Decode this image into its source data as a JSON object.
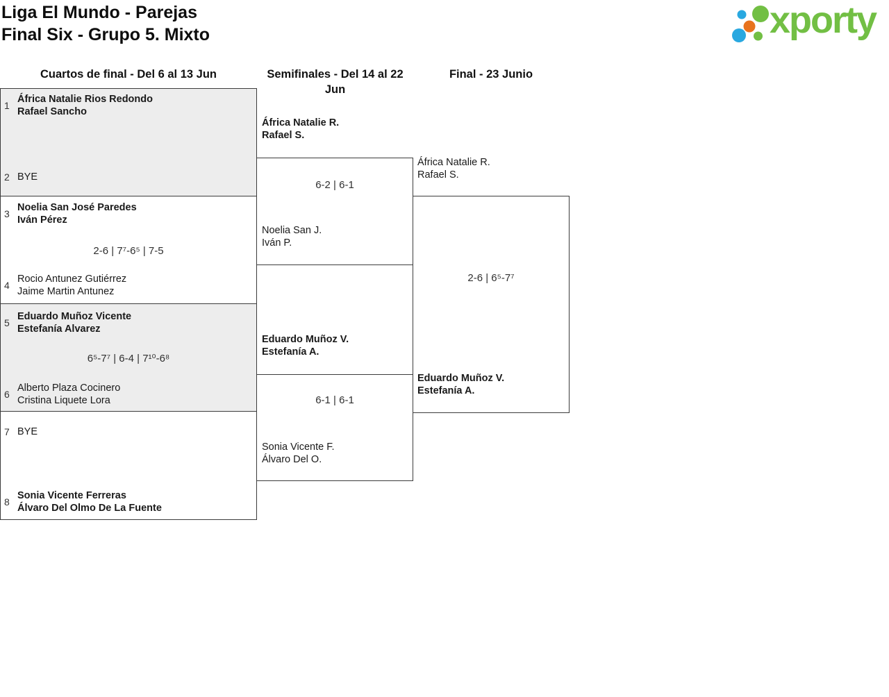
{
  "title": {
    "line1": "Liga El Mundo - Parejas",
    "line2": "Final Six - Grupo 5. Mixto"
  },
  "logo": {
    "wordmark": "xporty",
    "dot_blue": "#29a8e0",
    "dot_green": "#72bf44",
    "dot_orange": "#e8731e"
  },
  "round_headers": {
    "quarterfinals": "Cuartos de final - Del 6 al 13 Jun",
    "semifinals": "Semifinales - Del 14 al 22 Jun",
    "final": "Final - 23 Junio"
  },
  "quarterfinals": {
    "match1": {
      "top_seed": "1",
      "top_line1": "África Natalie Rios Redondo",
      "top_line2": "Rafael Sancho",
      "bottom_seed": "2",
      "bottom_line1": "BYE"
    },
    "match2": {
      "top_seed": "3",
      "top_line1": "Noelia San José Paredes",
      "top_line2": "Iván Pérez",
      "score": "2-6 | 7⁷-6⁵ | 7-5",
      "bottom_seed": "4",
      "bottom_line1": "Rocio Antunez Gutiérrez",
      "bottom_line2": "Jaime Martin Antunez"
    },
    "match3": {
      "top_seed": "5",
      "top_line1": "Eduardo Muñoz Vicente",
      "top_line2": "Estefanía Alvarez",
      "score": "6⁵-7⁷ | 6-4 | 7¹⁰-6⁸",
      "bottom_seed": "6",
      "bottom_line1": "Alberto Plaza Cocinero",
      "bottom_line2": "Cristina Liquete Lora"
    },
    "match4": {
      "top_seed": "7",
      "top_line1": "BYE",
      "bottom_seed": "8",
      "bottom_line1": "Sonia Vicente Ferreras",
      "bottom_line2": "Álvaro Del Olmo De La Fuente"
    }
  },
  "semifinals": {
    "match1": {
      "top_line1": "África Natalie R.",
      "top_line2": "Rafael S.",
      "score": "6-2 | 6-1",
      "bottom_line1": "Noelia San J.",
      "bottom_line2": "Iván P."
    },
    "match2": {
      "top_line1": "Eduardo Muñoz V.",
      "top_line2": "Estefanía A.",
      "score": "6-1 | 6-1",
      "bottom_line1": "Sonia Vicente F.",
      "bottom_line2": "Álvaro Del O."
    }
  },
  "final": {
    "top_line1": "África Natalie R.",
    "top_line2": "Rafael S.",
    "score": "2-6 | 6⁵-7⁷",
    "bottom_line1": "Eduardo Muñoz V.",
    "bottom_line2": "Estefanía A."
  },
  "colors": {
    "box_border": "#3b3b3b",
    "shaded_box_bg": "#ededed",
    "text": "#1a1a1a"
  }
}
